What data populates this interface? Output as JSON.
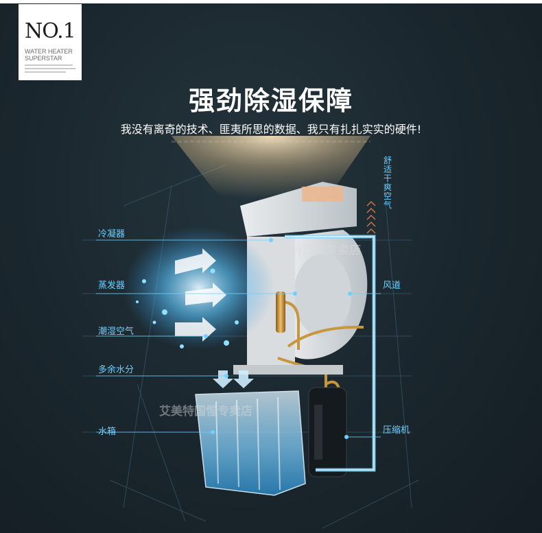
{
  "badge": {
    "number": "NO.1",
    "subtitle_line1": "WATER HEATER",
    "subtitle_line2": "SUPERSTAR"
  },
  "headline": {
    "title": "强劲除湿保障",
    "subtitle": "我没有离奇的技术、匪夷所思的数据、我只有扎扎实实的硬件!"
  },
  "labels": {
    "condenser": "冷凝器",
    "evaporator": "蒸发器",
    "humid_air": "潮湿空气",
    "excess_water": "多余水分",
    "water_tank": "水箱",
    "dry_air": "舒适干爽空气",
    "air_duct": "风道",
    "compressor": "压缩机"
  },
  "watermark": {
    "store_name": "艾美特国惺专卖店"
  },
  "colors": {
    "background": "#1a262d",
    "label_blue": "#6fd0ff",
    "duct_blue": "#7fd8ff",
    "copper": "#c8963c",
    "badge_bg": "#ffffff"
  }
}
